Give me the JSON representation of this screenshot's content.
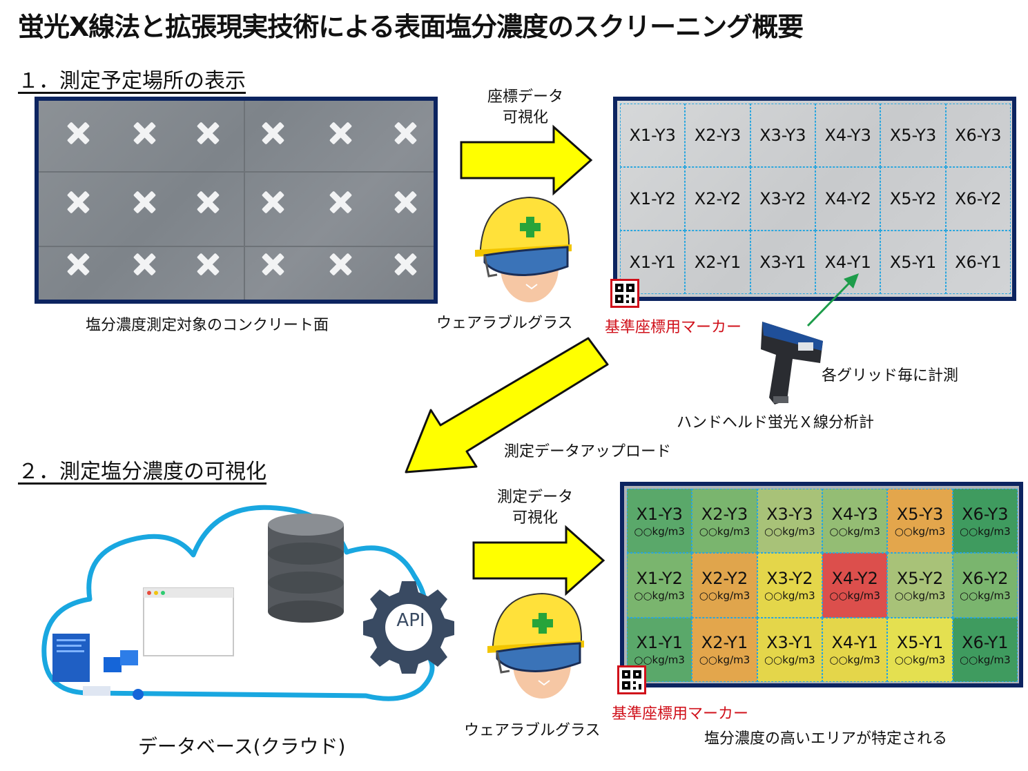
{
  "title": "蛍光X線法と拡張現実技術による表面塩分濃度のスクリーニング概要",
  "section1": "１．測定予定場所の表示",
  "section2": "２．測定塩分濃度の可視化",
  "caption_concrete": "塩分濃度測定対象のコンクリート面",
  "arrow1_label_l1": "座標データ",
  "arrow1_label_l2": "可視化",
  "arrow2_label_l1": "測定データ",
  "arrow2_label_l2": "可視化",
  "wearable_label": "ウェアラブルグラス",
  "marker_label": "基準座標用マーカー",
  "measure_label": "各グリッド毎に計測",
  "device_label": "ハンドヘルド蛍光Ｘ線分析計",
  "upload_label": "測定データアップロード",
  "database_label": "データベース(クラウド)",
  "api_label": "API",
  "result_label": "塩分濃度の高いエリアが特定される",
  "grid_top": [
    [
      "X1-Y3",
      "X2-Y3",
      "X3-Y3",
      "X4-Y3",
      "X5-Y3",
      "X6-Y3"
    ],
    [
      "X1-Y2",
      "X2-Y2",
      "X3-Y2",
      "X4-Y2",
      "X5-Y2",
      "X6-Y2"
    ],
    [
      "X1-Y1",
      "X2-Y1",
      "X3-Y1",
      "X4-Y1",
      "X5-Y1",
      "X6-Y1"
    ]
  ],
  "grid_bottom_value": "○○kg/m3",
  "heat_colors": [
    [
      "#5aa86a",
      "#7ab56e",
      "#a8c278",
      "#94bd74",
      "#e3a64c",
      "#3f9b5f"
    ],
    [
      "#7ab56e",
      "#e0a54c",
      "#e4d64a",
      "#dc4f4c",
      "#a8c278",
      "#7ab56e"
    ],
    [
      "#5aa86a",
      "#e3a64c",
      "#e4d64a",
      "#e4d64a",
      "#e4e050",
      "#3f9b5f"
    ]
  ],
  "colors": {
    "frame": "#0c2460",
    "arrow": "#ffff00",
    "grid_line": "#29a6de",
    "marker_red": "#d0101a"
  }
}
